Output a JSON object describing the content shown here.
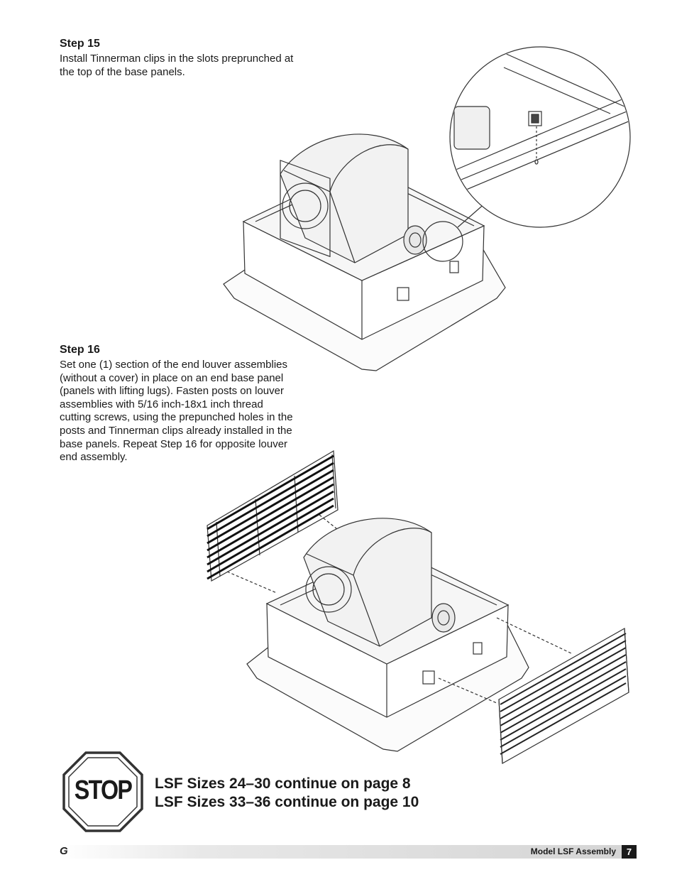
{
  "step15": {
    "title": "Step 15",
    "body": "Install Tinnerman clips in the slots preprunched at\nthe top of the base panels."
  },
  "step16": {
    "title": "Step 16",
    "body": "Set one (1) section of the end louver assemblies\n(without a cover) in place on an end base panel\n(panels with lifting lugs). Fasten posts on louver\nassemblies with 5/16 inch-18x1 inch thread\ncutting screws, using the prepunched holes in the\nposts and Tinnerman clips already installed in the\nbase panels. Repeat Step 16 for opposite louver\nend assembly."
  },
  "stop": {
    "sign_text": "STOP",
    "line1": "LSF Sizes 24–30 continue on page 8",
    "line2": "LSF Sizes 33–36 continue on page 10"
  },
  "footer": {
    "logo": "G",
    "title": "Model LSF Assembly",
    "page": "7"
  },
  "colors": {
    "ink": "#1a1a1a",
    "stop_border": "#333333"
  }
}
